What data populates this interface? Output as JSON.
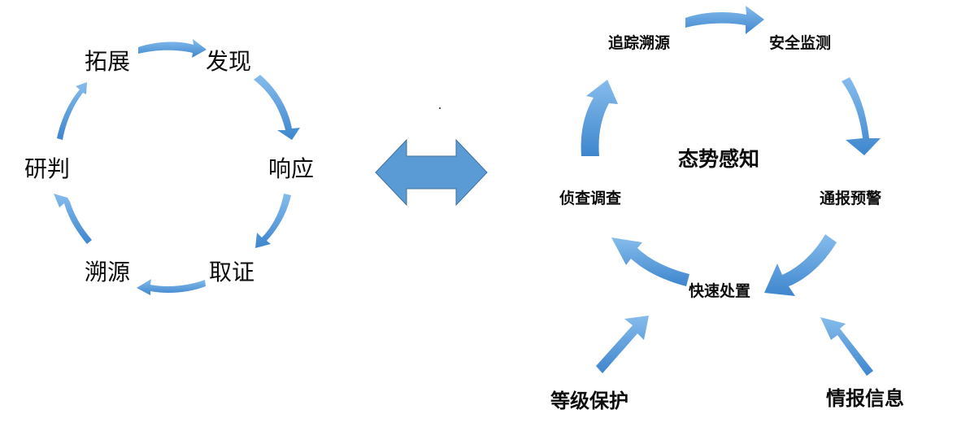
{
  "left_cycle": {
    "items": [
      "拓展",
      "发现",
      "响应",
      "取证",
      "溯源",
      "研判"
    ]
  },
  "bidirectional_arrow": {
    "icon": "double-arrow-icon"
  },
  "right_diagram": {
    "center": "态势感知",
    "cycle": [
      "追踪溯源",
      "安全监测",
      "通报预警",
      "快速处置",
      "侦查调查"
    ],
    "inputs": [
      "等级保护",
      "情报信息"
    ]
  },
  "colors": {
    "arrow_light": "#7db5ea",
    "arrow_dark": "#3f87cf",
    "big_arrow": "#5b9bd5",
    "big_arrow_stroke": "#41719c"
  }
}
